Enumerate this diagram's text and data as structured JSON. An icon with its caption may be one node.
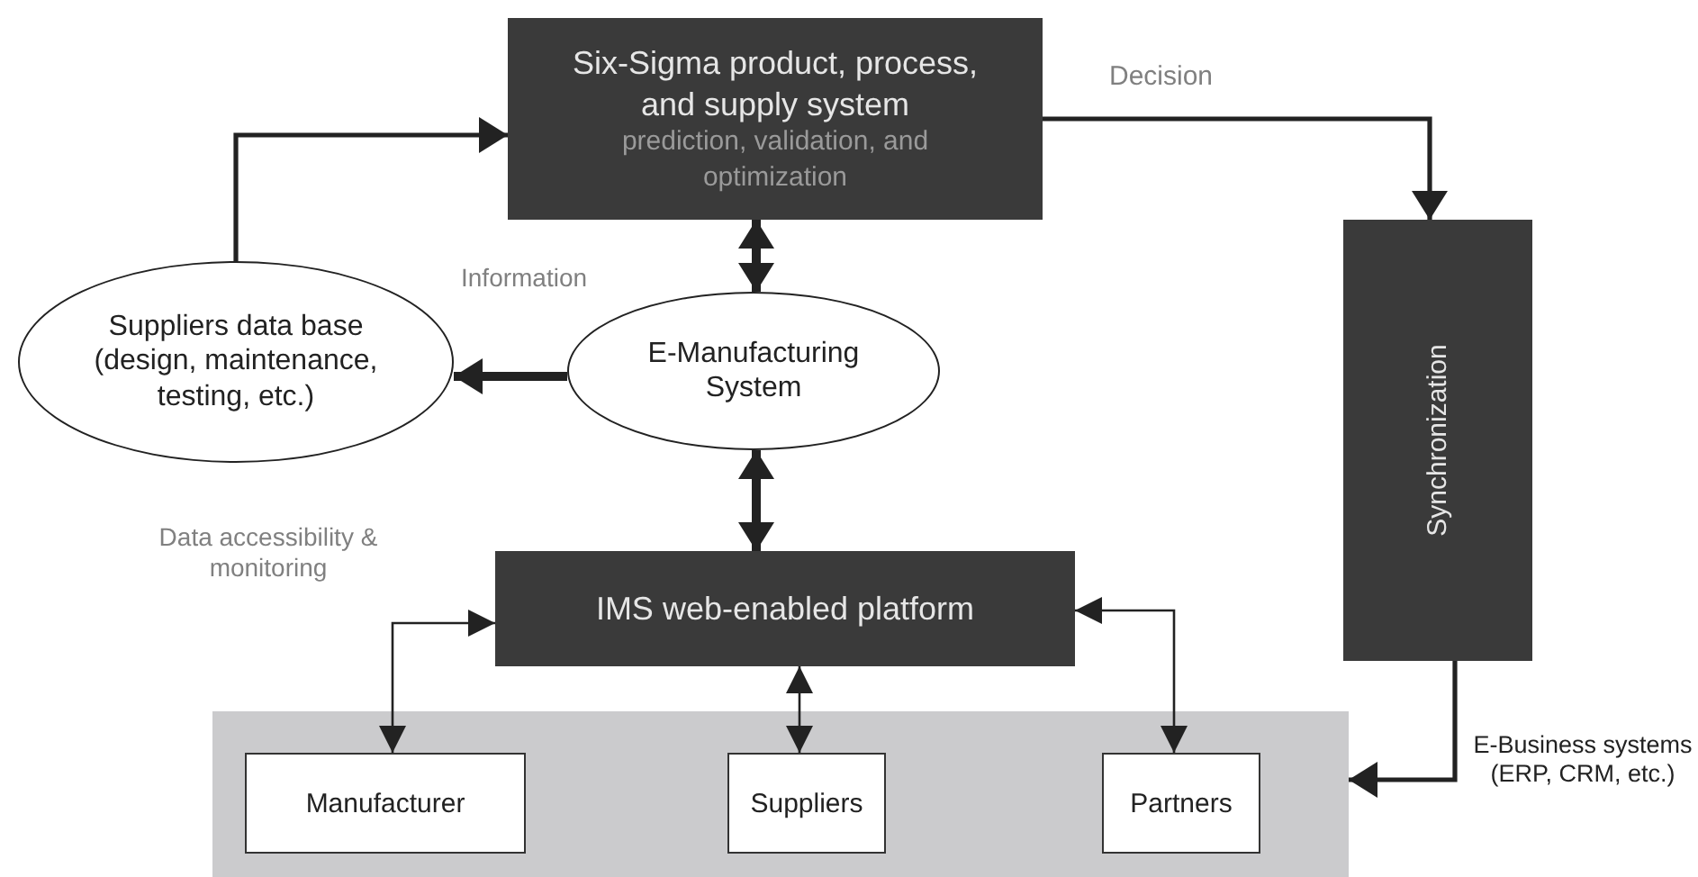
{
  "diagram": {
    "nodes": [
      {
        "text": [
          "Six-Sigma product, process, and supply system",
          "prediction, validation, and optimization"
        ]
      },
      {
        "text": [
          "Suppliers data base (design, maintenance, testing, etc.)"
        ]
      },
      {
        "text": [
          "E-Manufacturing System"
        ]
      },
      {
        "text": [
          "Synchronization"
        ]
      },
      {
        "text": [
          "IMS web-enabled platform"
        ]
      },
      {
        "text": [],
        "shape": "box"
      },
      {
        "text": [
          "Manufacturer"
        ],
        "in": 5
      },
      {
        "text": [
          "Suppliers"
        ],
        "in": 5
      },
      {
        "text": [
          "Partners"
        ],
        "in": 5
      }
    ],
    "edges": [
      {
        "from": 1,
        "to": 0,
        "arrow": "to"
      },
      {
        "from": 0,
        "to": 3,
        "arrow": "to",
        "label": "Decision"
      },
      {
        "from": 0,
        "to": 2,
        "arrow": "both",
        "style": "thick"
      },
      {
        "from": 2,
        "to": 1,
        "arrow": "to",
        "style": "thick"
      },
      {
        "from": 2,
        "to": 4,
        "arrow": "both",
        "style": "thick"
      },
      {
        "from": 4,
        "to": 6,
        "arrow": "both"
      },
      {
        "from": 4,
        "to": 7,
        "arrow": "both"
      },
      {
        "from": 4,
        "to": 8,
        "arrow": "both"
      },
      {
        "from": 3,
        "to": 5,
        "arrow": "to"
      }
    ],
    "labels": [
      "Information",
      "Data accessibility & monitoring",
      "E-Business systems (ERP, CRM, etc.)"
    ]
  }
}
